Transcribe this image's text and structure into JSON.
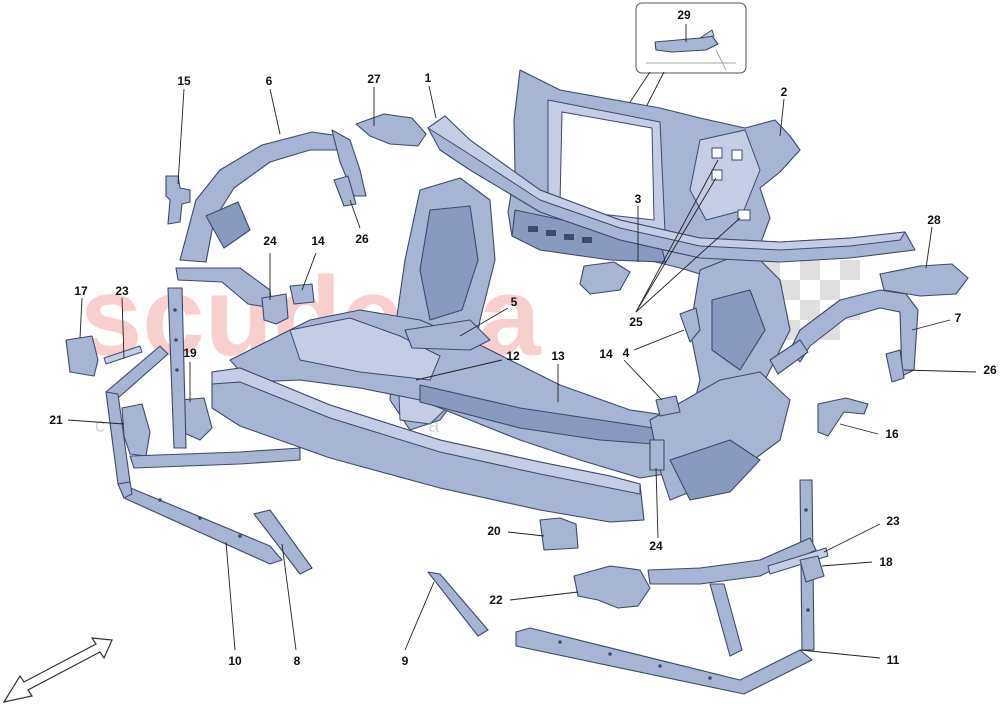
{
  "diagram": {
    "watermark": {
      "logo_text": "scuderia",
      "sub_text": "c a r p a r t s"
    },
    "inset_label": "29",
    "callouts": [
      {
        "id": "c1",
        "label": "1"
      },
      {
        "id": "c2",
        "label": "2"
      },
      {
        "id": "c3",
        "label": "3"
      },
      {
        "id": "c4",
        "label": "4"
      },
      {
        "id": "c5",
        "label": "5"
      },
      {
        "id": "c6",
        "label": "6"
      },
      {
        "id": "c7",
        "label": "7"
      },
      {
        "id": "c8",
        "label": "8"
      },
      {
        "id": "c9",
        "label": "9"
      },
      {
        "id": "c10",
        "label": "10"
      },
      {
        "id": "c11",
        "label": "11"
      },
      {
        "id": "c12",
        "label": "12"
      },
      {
        "id": "c13",
        "label": "13"
      },
      {
        "id": "c14a",
        "label": "14"
      },
      {
        "id": "c14b",
        "label": "14"
      },
      {
        "id": "c15",
        "label": "15"
      },
      {
        "id": "c16",
        "label": "16"
      },
      {
        "id": "c17",
        "label": "17"
      },
      {
        "id": "c18",
        "label": "18"
      },
      {
        "id": "c19",
        "label": "19"
      },
      {
        "id": "c20",
        "label": "20"
      },
      {
        "id": "c21",
        "label": "21"
      },
      {
        "id": "c22",
        "label": "22"
      },
      {
        "id": "c23a",
        "label": "23"
      },
      {
        "id": "c23b",
        "label": "23"
      },
      {
        "id": "c24a",
        "label": "24"
      },
      {
        "id": "c24b",
        "label": "24"
      },
      {
        "id": "c25",
        "label": "25"
      },
      {
        "id": "c26a",
        "label": "26"
      },
      {
        "id": "c26b",
        "label": "26"
      },
      {
        "id": "c27",
        "label": "27"
      },
      {
        "id": "c28",
        "label": "28"
      }
    ],
    "colors": {
      "part_fill": "#a7b4d4",
      "part_stroke": "#3e4a6a",
      "watermark": "#f2a9a9"
    }
  }
}
